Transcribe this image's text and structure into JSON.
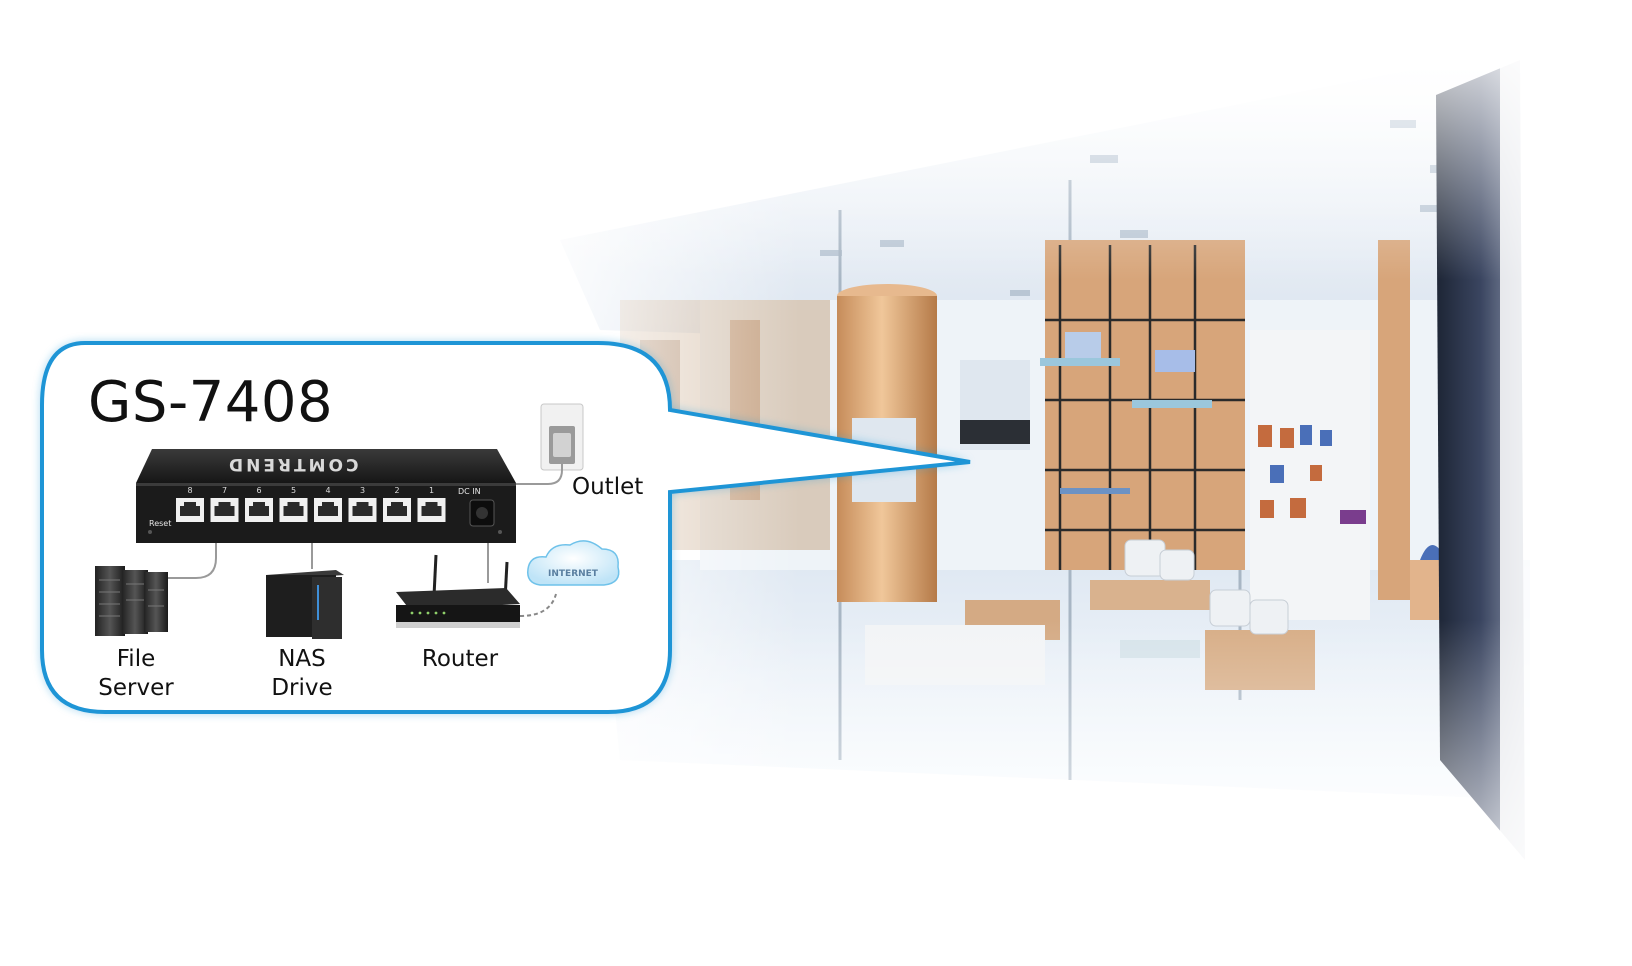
{
  "callout": {
    "title": "GS-7408"
  },
  "switch": {
    "brand": "COMTREND",
    "port_numbers": [
      "8",
      "7",
      "6",
      "5",
      "4",
      "3",
      "2",
      "1"
    ],
    "dc_in_label": "DC IN",
    "reset_label": "Reset"
  },
  "devices": {
    "outlet_label": "Outlet",
    "file_server_line1": "File",
    "file_server_line2": "Server",
    "nas_line1": "NAS",
    "nas_line2": "Drive",
    "router_label": "Router",
    "internet_label": "INTERNET"
  },
  "colors": {
    "callout_border": "#1e95d6",
    "switch_body": "#1b1b1b",
    "port_fill": "#f0f0f0"
  }
}
